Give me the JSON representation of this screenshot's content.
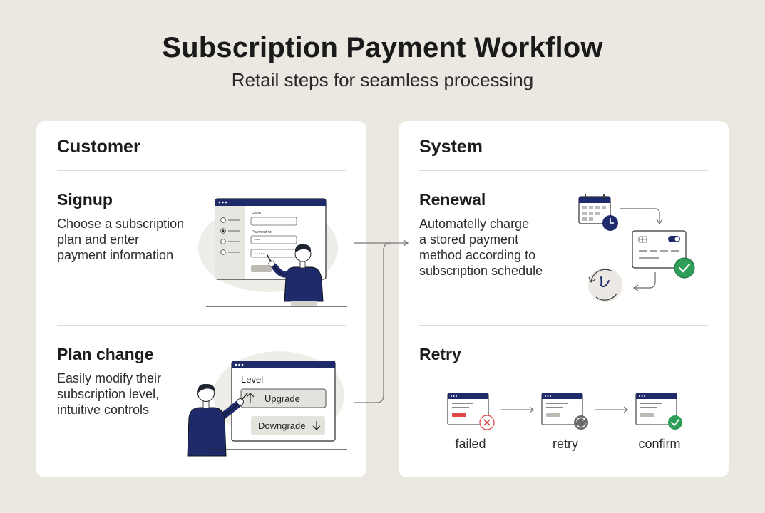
{
  "header": {
    "title": "Subscription Payment Workflow",
    "subtitle": "Retail steps for seamless processing"
  },
  "customer": {
    "title": "Customer",
    "signup": {
      "title": "Signup",
      "desc_lines": [
        "Choose a subscription",
        "plan and enter",
        "payment information"
      ],
      "form_label": "Form",
      "payment_label": "Payment to"
    },
    "plan_change": {
      "title": "Plan change",
      "desc_lines": [
        "Easily modify their",
        "subscription level,",
        "intuitive controls"
      ],
      "level_label": "Level",
      "upgrade_label": "Upgrade",
      "downgrade_label": "Downgrade"
    }
  },
  "system": {
    "title": "System",
    "renewal": {
      "title": "Renewal",
      "desc_lines": [
        "Automatelly charge",
        "a stored payment",
        "method according to",
        "subscription schedule"
      ]
    },
    "retry": {
      "title": "Retry",
      "steps": [
        {
          "label": "failed",
          "status_icon": "x-circle-icon"
        },
        {
          "label": "retry",
          "status_icon": "refresh-circle-icon"
        },
        {
          "label": "confirm",
          "status_icon": "check-circle-icon"
        }
      ]
    }
  },
  "colors": {
    "navy": "#1f2a6b",
    "green": "#2f9e58",
    "red": "#e04848",
    "gray": "#6f6f6f",
    "background": "#ebe8e1",
    "panel": "#ffffff"
  }
}
